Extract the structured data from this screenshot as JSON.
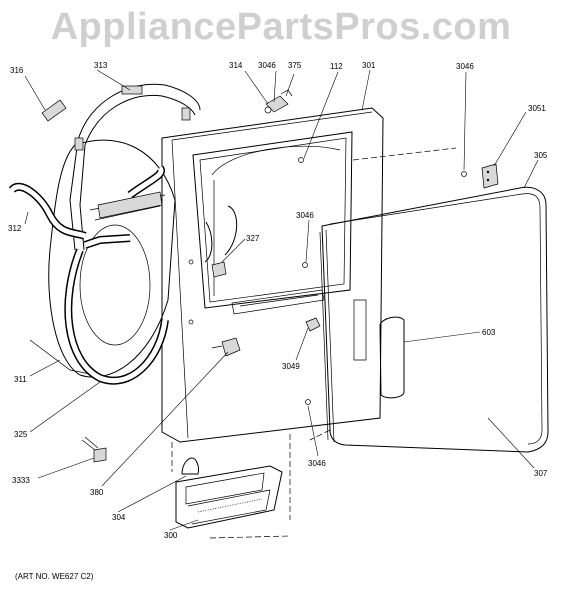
{
  "watermark": "AppliancePartsPros.com",
  "art_number": "(ART NO. WE627 C2)",
  "callouts": [
    {
      "id": "316",
      "label": "316"
    },
    {
      "id": "313",
      "label": "313"
    },
    {
      "id": "314",
      "label": "314"
    },
    {
      "id": "3046a",
      "label": "3046"
    },
    {
      "id": "375",
      "label": "375"
    },
    {
      "id": "112",
      "label": "112"
    },
    {
      "id": "301",
      "label": "301"
    },
    {
      "id": "3046b",
      "label": "3046"
    },
    {
      "id": "3051",
      "label": "3051"
    },
    {
      "id": "305",
      "label": "305"
    },
    {
      "id": "312",
      "label": "312"
    },
    {
      "id": "3046c",
      "label": "3046"
    },
    {
      "id": "327",
      "label": "327"
    },
    {
      "id": "603",
      "label": "603"
    },
    {
      "id": "3049",
      "label": "3049"
    },
    {
      "id": "311",
      "label": "311"
    },
    {
      "id": "325",
      "label": "325"
    },
    {
      "id": "3046d",
      "label": "3046"
    },
    {
      "id": "307",
      "label": "307"
    },
    {
      "id": "3333",
      "label": "3333"
    },
    {
      "id": "380",
      "label": "380"
    },
    {
      "id": "304",
      "label": "304"
    },
    {
      "id": "300",
      "label": "300"
    }
  ]
}
